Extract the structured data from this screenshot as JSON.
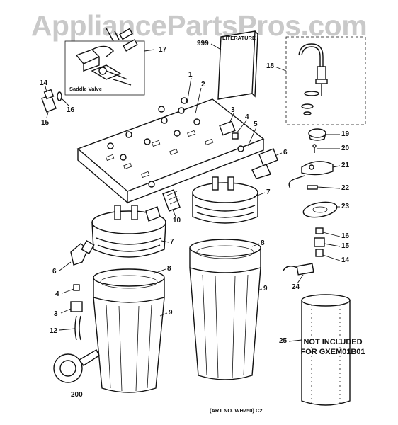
{
  "watermark": "AppliancePartsPros.com",
  "saddle_valve_label": "Saddle Valve",
  "literature_label": "LITERATURE",
  "not_included_line1": "NOT INCLUDED",
  "not_included_line2": "FOR GXEM01B01",
  "art_number": "(ART NO. WH750) C2",
  "callouts": {
    "c1": "1",
    "c2": "2",
    "c3a": "3",
    "c3b": "3",
    "c4a": "4",
    "c4b": "4",
    "c5": "5",
    "c6a": "6",
    "c6b": "6",
    "c7a": "7",
    "c7b": "7",
    "c8a": "8",
    "c8b": "8",
    "c9a": "9",
    "c9b": "9",
    "c10": "10",
    "c12": "12",
    "c14a": "14",
    "c14b": "14",
    "c15a": "15",
    "c15b": "15",
    "c16a": "16",
    "c16b": "16",
    "c17": "17",
    "c18": "18",
    "c19": "19",
    "c20": "20",
    "c21": "21",
    "c22": "22",
    "c23": "23",
    "c24": "24",
    "c25": "25",
    "c200": "200",
    "c999": "999"
  }
}
